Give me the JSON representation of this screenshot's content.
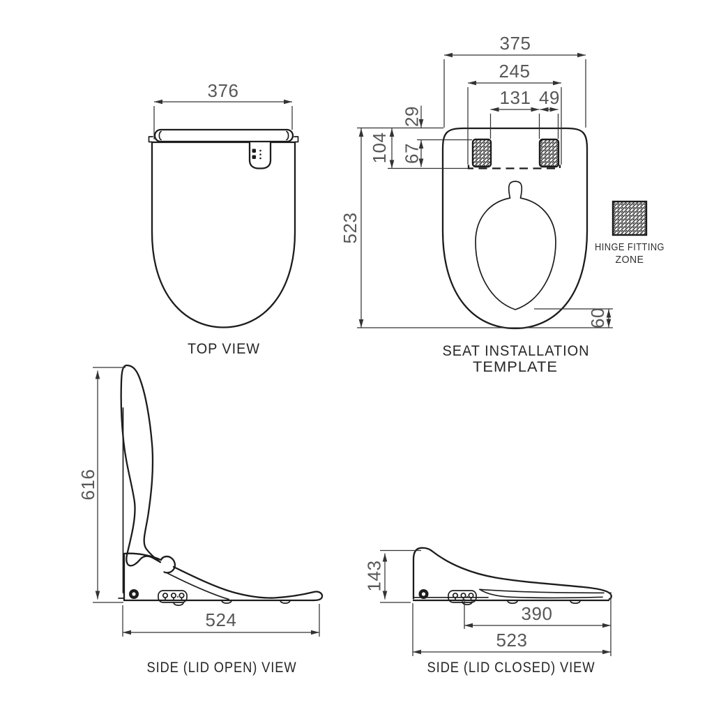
{
  "colors": {
    "outline": "#1c1c1c",
    "dimension_line": "#333333",
    "dimension_text": "#575757",
    "label_text": "#262626",
    "background": "#ffffff"
  },
  "top_view": {
    "title": "TOP VIEW",
    "dim_width": "376"
  },
  "template": {
    "title_line1": "SEAT INSTALLATION",
    "title_line2": "TEMPLATE",
    "dim_overall_width": "375",
    "dim_hinge_span": "245",
    "dim_inner_span": "131",
    "dim_zone_width": "49",
    "dim_top_offset": "29",
    "dim_zone_total_depth": "104",
    "dim_zone_height": "67",
    "dim_overall_length": "523",
    "dim_rear_gap": "60"
  },
  "legend": {
    "line1": "HINGE FITTING",
    "line2": "ZONE"
  },
  "side_open": {
    "title": "SIDE (LID OPEN) VIEW",
    "dim_height": "616",
    "dim_depth": "524"
  },
  "side_closed": {
    "title": "SIDE (LID CLOSED) VIEW",
    "dim_height": "143",
    "dim_seat_depth": "390",
    "dim_total_depth": "523"
  }
}
